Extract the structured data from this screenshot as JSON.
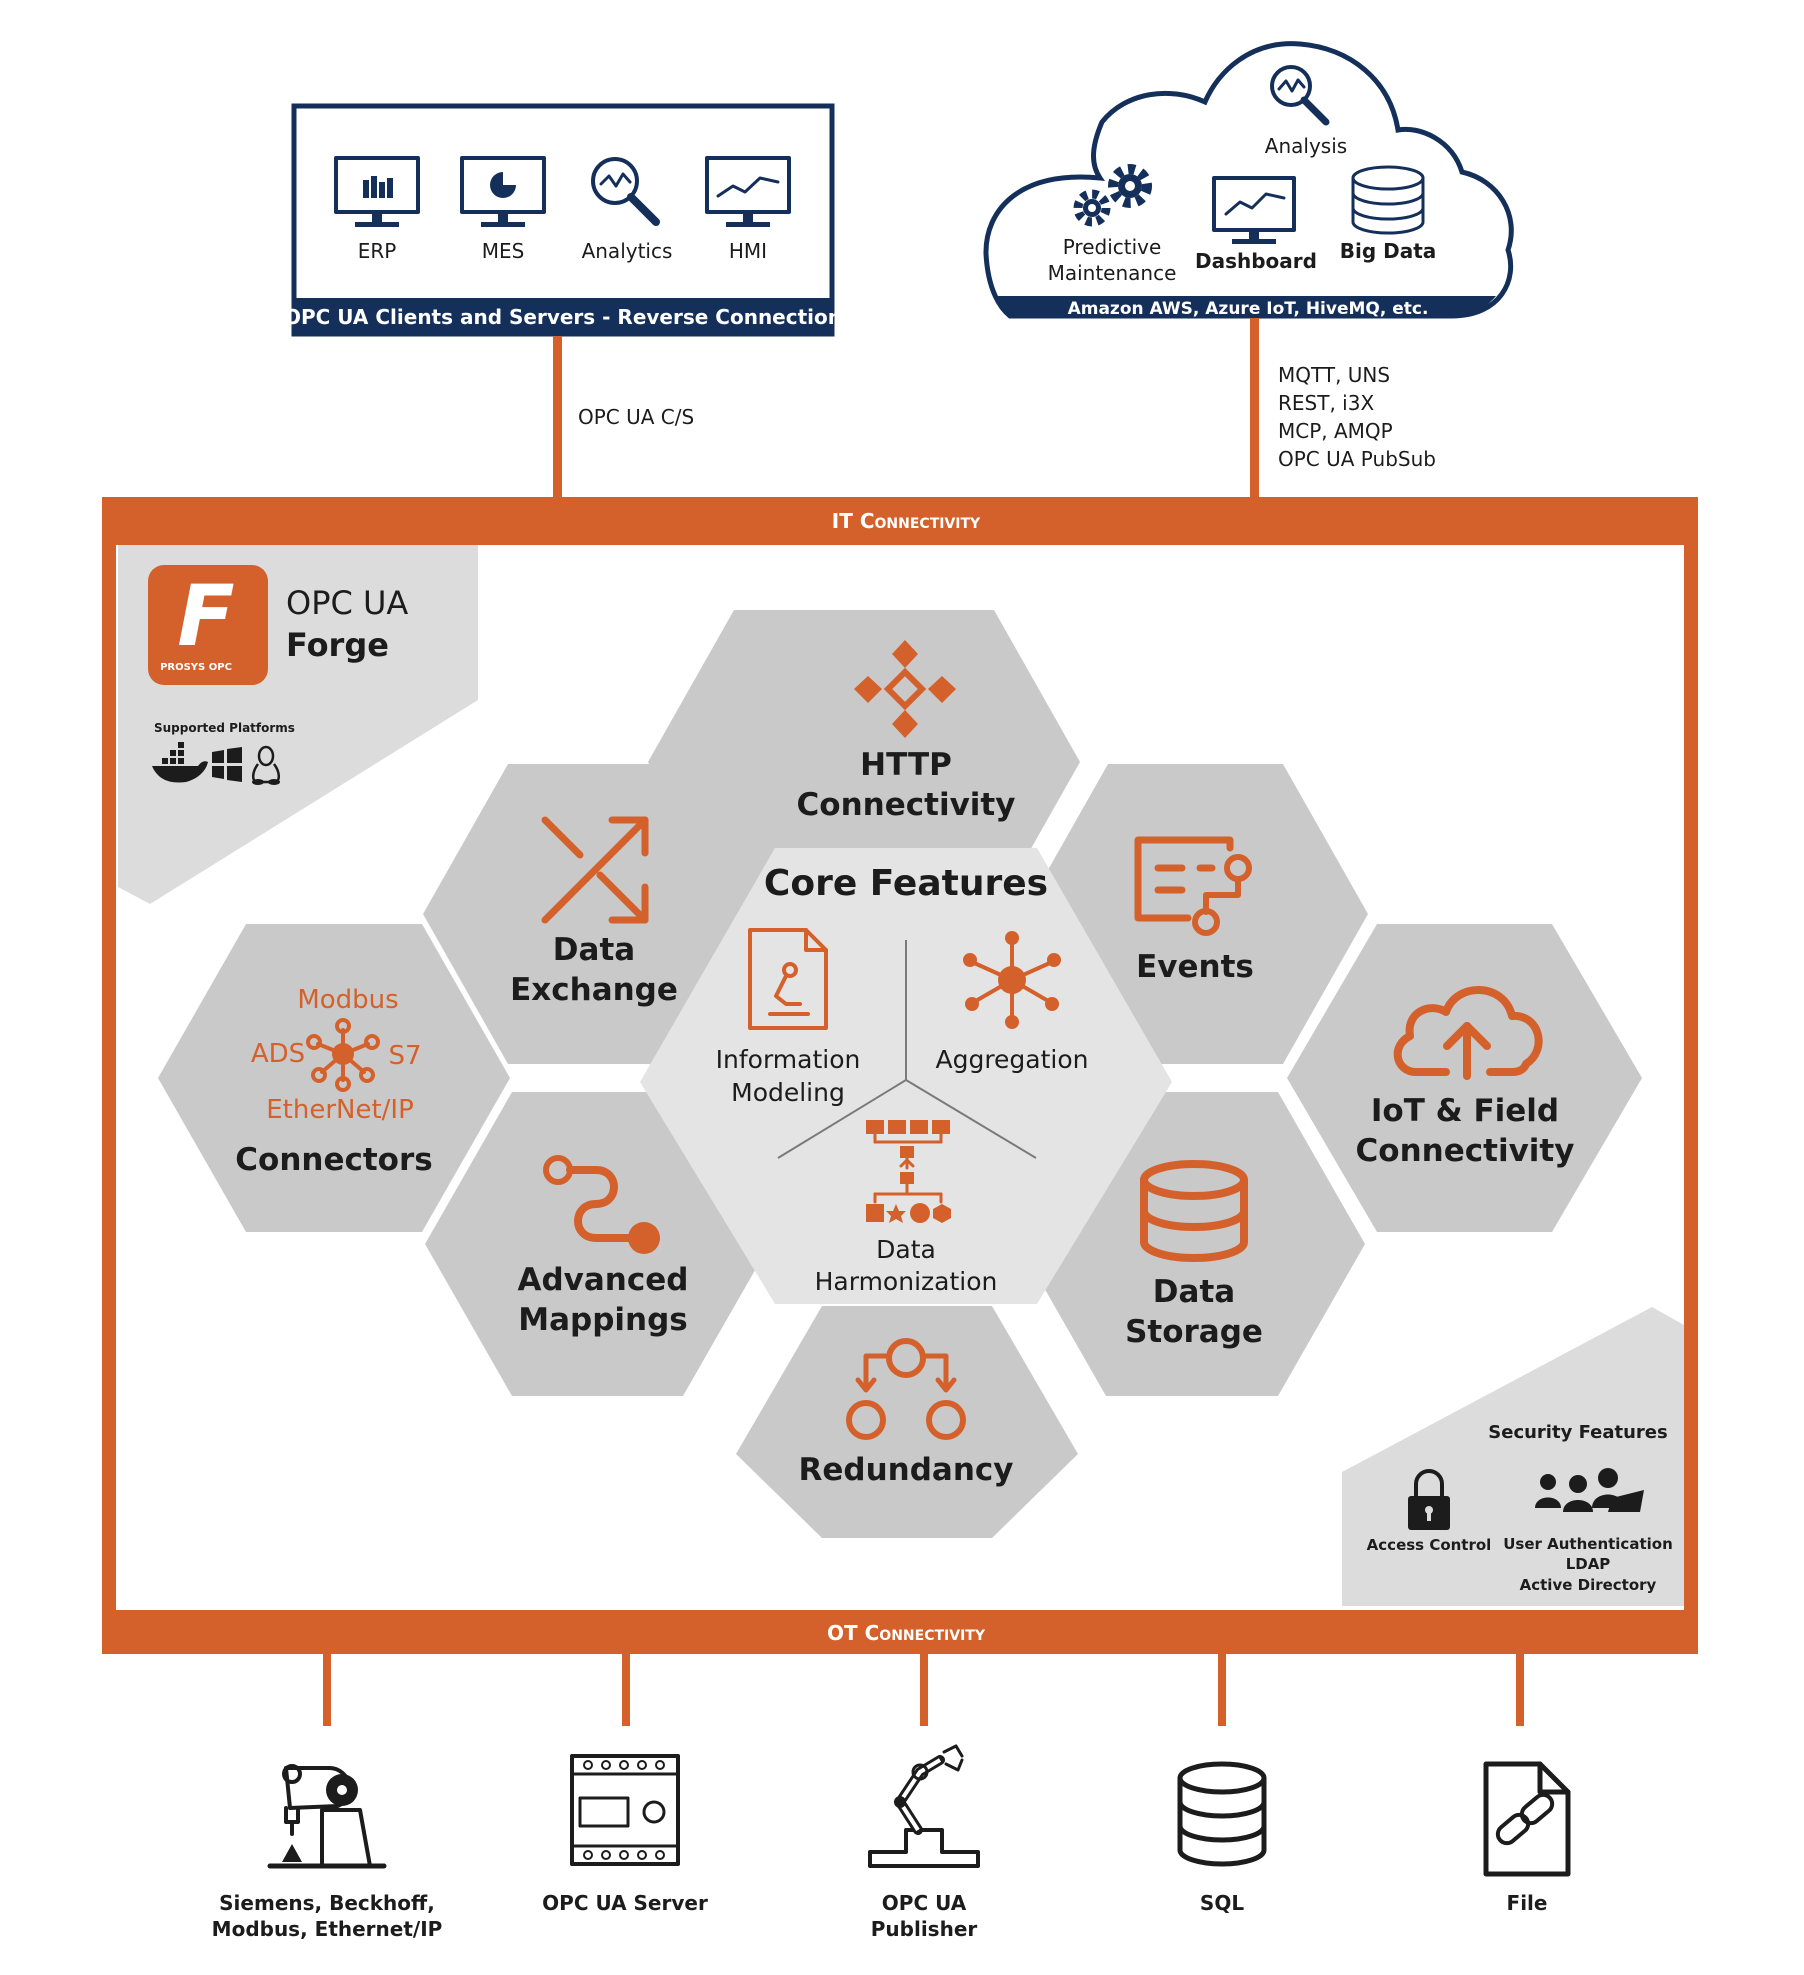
{
  "it_box": {
    "items": [
      {
        "label": "ERP",
        "icon": "erp-monitor-icon"
      },
      {
        "label": "MES",
        "icon": "mes-monitor-icon"
      },
      {
        "label": "Analytics",
        "icon": "analytics-magnifier-icon"
      },
      {
        "label": "HMI",
        "icon": "hmi-monitor-icon"
      }
    ],
    "footer": "OPC UA Clients and Servers - Reverse Connection"
  },
  "cloud": {
    "analysis": "Analysis",
    "predictive_line1": "Predictive",
    "predictive_line2": "Maintenance",
    "dashboard": "Dashboard",
    "big_data": "Big Data",
    "footer": "Amazon AWS, Azure IoT, HiveMQ, etc."
  },
  "links": {
    "opcua_cs": "OPC UA C/S",
    "protocols": [
      "MQTT, UNS",
      "REST, i3X",
      "MCP, AMQP",
      "OPC UA PubSub"
    ]
  },
  "frame": {
    "it_title": "IT Connectivity",
    "ot_title": "OT Connectivity"
  },
  "product": {
    "name_line1": "OPC UA",
    "name_line2": "Forge",
    "logo_letter": "F",
    "logo_brand": "PROSYS OPC",
    "platforms_label": "Supported Platforms",
    "platform_icons": [
      "docker-icon",
      "windows-icon",
      "linux-icon"
    ]
  },
  "hexagons": {
    "http": [
      "HTTP",
      "Connectivity"
    ],
    "data_exchange": [
      "Data",
      "Exchange"
    ],
    "events": [
      "Events"
    ],
    "iot": [
      "IoT & Field",
      "Connectivity"
    ],
    "connectors": {
      "title": "Connectors",
      "protocols": [
        "Modbus",
        "ADS",
        "S7",
        "EtherNet/IP"
      ]
    },
    "advanced_mappings": [
      "Advanced",
      "Mappings"
    ],
    "data_storage": [
      "Data",
      "Storage"
    ],
    "redundancy": [
      "Redundancy"
    ]
  },
  "core": {
    "title": "Core Features",
    "information_modeling": [
      "Information",
      "Modeling"
    ],
    "aggregation": "Aggregation",
    "data_harmonization": [
      "Data",
      "Harmonization"
    ]
  },
  "security": {
    "title": "Security Features",
    "access_control": "Access Control",
    "user_auth": [
      "User Authentication",
      "LDAP",
      "Active Directory"
    ]
  },
  "ot_devices": [
    {
      "lines": [
        "Siemens, Beckhoff,",
        "Modbus, Ethernet/IP"
      ],
      "icon": "robot-arm-icon"
    },
    {
      "lines": [
        "OPC UA Server"
      ],
      "icon": "plc-module-icon"
    },
    {
      "lines": [
        "OPC UA",
        "Publisher"
      ],
      "icon": "industrial-robot-icon"
    },
    {
      "lines": [
        "SQL"
      ],
      "icon": "database-icon"
    },
    {
      "lines": [
        "File"
      ],
      "icon": "linked-file-icon"
    }
  ],
  "colors": {
    "orange": "#d4612b",
    "navy": "#14305a",
    "hex_gray": "#c9c9c9",
    "core_gray": "#e4e4e4",
    "panel_gray": "#dcdcdc"
  }
}
